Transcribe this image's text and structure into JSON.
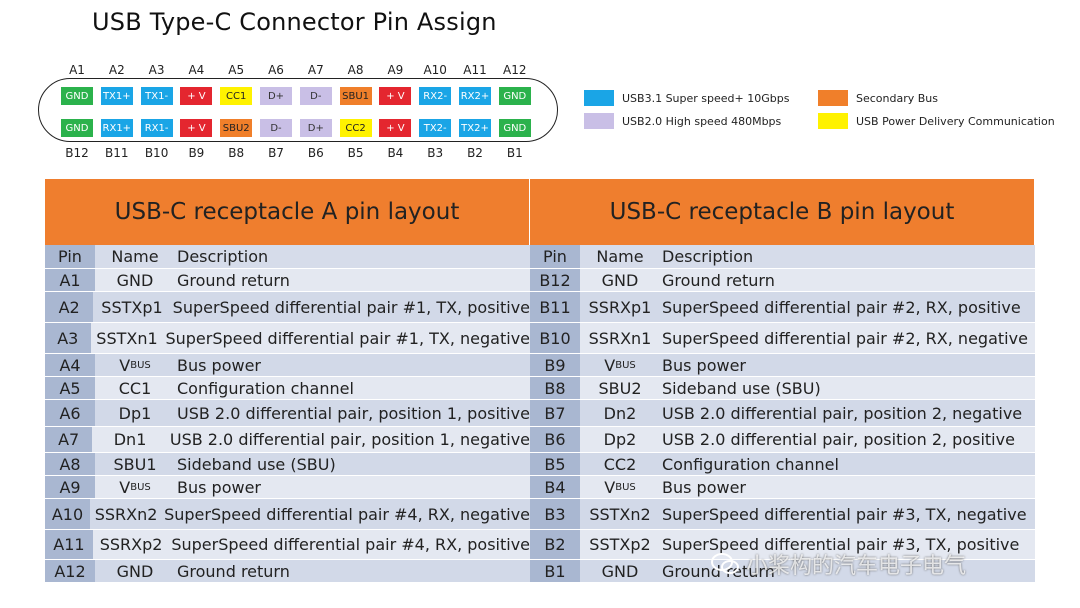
{
  "title": "USB Type-C Connector Pin Assign",
  "connector": {
    "top_labels": [
      "A1",
      "A2",
      "A3",
      "A4",
      "A5",
      "A6",
      "A7",
      "A8",
      "A9",
      "A10",
      "A11",
      "A12"
    ],
    "bottom_labels": [
      "B12",
      "B11",
      "B10",
      "B9",
      "B8",
      "B7",
      "B6",
      "B5",
      "B4",
      "B3",
      "B2",
      "B1"
    ],
    "top_pins": [
      {
        "text": "GND",
        "color": "green"
      },
      {
        "text": "TX1+",
        "color": "blue"
      },
      {
        "text": "TX1-",
        "color": "blue"
      },
      {
        "text": "+ V",
        "color": "red"
      },
      {
        "text": "CC1",
        "color": "yellow"
      },
      {
        "text": "D+",
        "color": "lav"
      },
      {
        "text": "D-",
        "color": "lav"
      },
      {
        "text": "SBU1",
        "color": "orange"
      },
      {
        "text": "+ V",
        "color": "red"
      },
      {
        "text": "RX2-",
        "color": "blue"
      },
      {
        "text": "RX2+",
        "color": "blue"
      },
      {
        "text": "GND",
        "color": "green"
      }
    ],
    "bottom_pins": [
      {
        "text": "GND",
        "color": "green"
      },
      {
        "text": "RX1+",
        "color": "blue"
      },
      {
        "text": "RX1-",
        "color": "blue"
      },
      {
        "text": "+ V",
        "color": "red"
      },
      {
        "text": "SBU2",
        "color": "orange"
      },
      {
        "text": "D-",
        "color": "lav"
      },
      {
        "text": "D+",
        "color": "lav"
      },
      {
        "text": "CC2",
        "color": "yellow"
      },
      {
        "text": "+ V",
        "color": "red"
      },
      {
        "text": "TX2-",
        "color": "blue"
      },
      {
        "text": "TX2+",
        "color": "blue"
      },
      {
        "text": "GND",
        "color": "green"
      }
    ]
  },
  "legend": {
    "superspeed": {
      "label": "USB3.1 Super speed+ 10Gbps",
      "color": "#1aa5e6"
    },
    "highspeed": {
      "label": "USB2.0 High speed 480Mbps",
      "color": "#c9bfe6"
    },
    "secondary": {
      "label": "Secondary Bus",
      "color": "#f07f2a"
    },
    "pd": {
      "label": "USB Power Delivery Communication",
      "color": "#fff200"
    }
  },
  "table_a": {
    "heading": "USB-C receptacle A pin layout",
    "col_pin": "Pin",
    "col_name": "Name",
    "col_desc": "Description",
    "rows": [
      {
        "pin": "A1",
        "name": "GND",
        "desc": "Ground return"
      },
      {
        "pin": "A2",
        "name": "SSTXp1",
        "desc": "SuperSpeed differential pair #1, TX, positive"
      },
      {
        "pin": "A3",
        "name": "SSTXn1",
        "desc": "SuperSpeed differential pair #1, TX, negative"
      },
      {
        "pin": "A4",
        "name": "V",
        "name_sub": "BUS",
        "desc": "Bus power"
      },
      {
        "pin": "A5",
        "name": "CC1",
        "desc": "Configuration channel"
      },
      {
        "pin": "A6",
        "name": "Dp1",
        "desc": "USB 2.0 differential pair, position 1, positive"
      },
      {
        "pin": "A7",
        "name": "Dn1",
        "desc": "USB 2.0 differential pair, position 1, negative"
      },
      {
        "pin": "A8",
        "name": "SBU1",
        "desc": "Sideband use (SBU)"
      },
      {
        "pin": "A9",
        "name": "V",
        "name_sub": "BUS",
        "desc": "Bus power"
      },
      {
        "pin": "A10",
        "name": "SSRXn2",
        "desc": "SuperSpeed differential pair #4, RX, negative"
      },
      {
        "pin": "A11",
        "name": "SSRXp2",
        "desc": "SuperSpeed differential pair #4, RX, positive"
      },
      {
        "pin": "A12",
        "name": "GND",
        "desc": "Ground return"
      }
    ]
  },
  "table_b": {
    "heading": "USB-C receptacle B pin layout",
    "col_pin": "Pin",
    "col_name": "Name",
    "col_desc": "Description",
    "rows": [
      {
        "pin": "B12",
        "name": "GND",
        "desc": "Ground return"
      },
      {
        "pin": "B11",
        "name": "SSRXp1",
        "desc": "SuperSpeed differential pair #2, RX, positive"
      },
      {
        "pin": "B10",
        "name": "SSRXn1",
        "desc": "SuperSpeed differential pair #2, RX, negative"
      },
      {
        "pin": "B9",
        "name": "V",
        "name_sub": "BUS",
        "desc": "Bus power"
      },
      {
        "pin": "B8",
        "name": "SBU2",
        "desc": "Sideband use (SBU)"
      },
      {
        "pin": "B7",
        "name": "Dn2",
        "desc": "USB 2.0 differential pair, position 2, negative"
      },
      {
        "pin": "B6",
        "name": "Dp2",
        "desc": "USB 2.0 differential pair, position 2, positive"
      },
      {
        "pin": "B5",
        "name": "CC2",
        "desc": "Configuration channel"
      },
      {
        "pin": "B4",
        "name": "V",
        "name_sub": "BUS",
        "desc": "Bus power"
      },
      {
        "pin": "B3",
        "name": "SSTXn2",
        "desc": "SuperSpeed differential pair #3, TX, negative"
      },
      {
        "pin": "B2",
        "name": "SSTXp2",
        "desc": "SuperSpeed differential pair #3, TX, positive"
      },
      {
        "pin": "B1",
        "name": "GND",
        "desc": "Ground return"
      }
    ]
  },
  "watermark": "小桨构的汽车电子电气"
}
